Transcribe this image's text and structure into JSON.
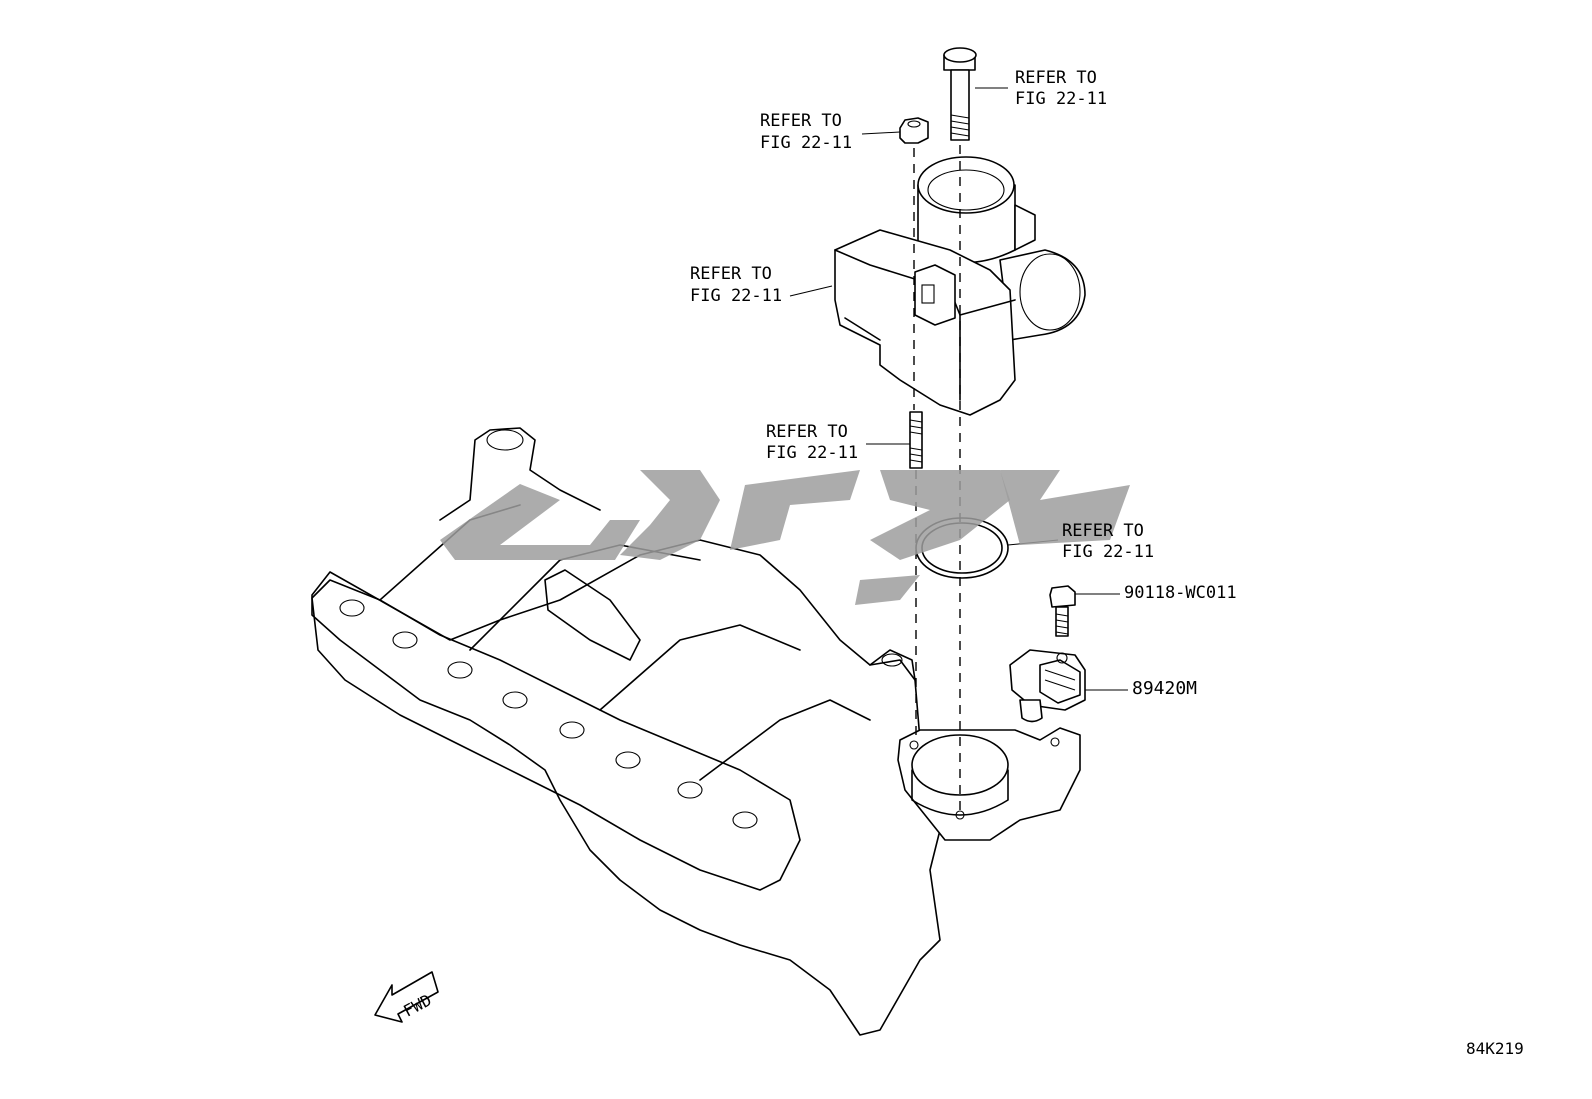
{
  "labels": {
    "bolt_top": [
      "REFER TO",
      "FIG 22-11"
    ],
    "nut": [
      "REFER TO",
      "FIG 22-11"
    ],
    "throttle_body": [
      "REFER TO",
      "FIG 22-11"
    ],
    "stud": [
      "REFER TO",
      "FIG 22-11"
    ],
    "gasket": [
      "REFER TO",
      "FIG 22-11"
    ],
    "sensor_bolt": "90118-WC011",
    "sensor": "89420M"
  },
  "fwd_arrow": "FWD",
  "figure_id": "84K219",
  "colors": {
    "ink": "#000000",
    "watermark": "#9e9e9e",
    "background": "#ffffff"
  }
}
